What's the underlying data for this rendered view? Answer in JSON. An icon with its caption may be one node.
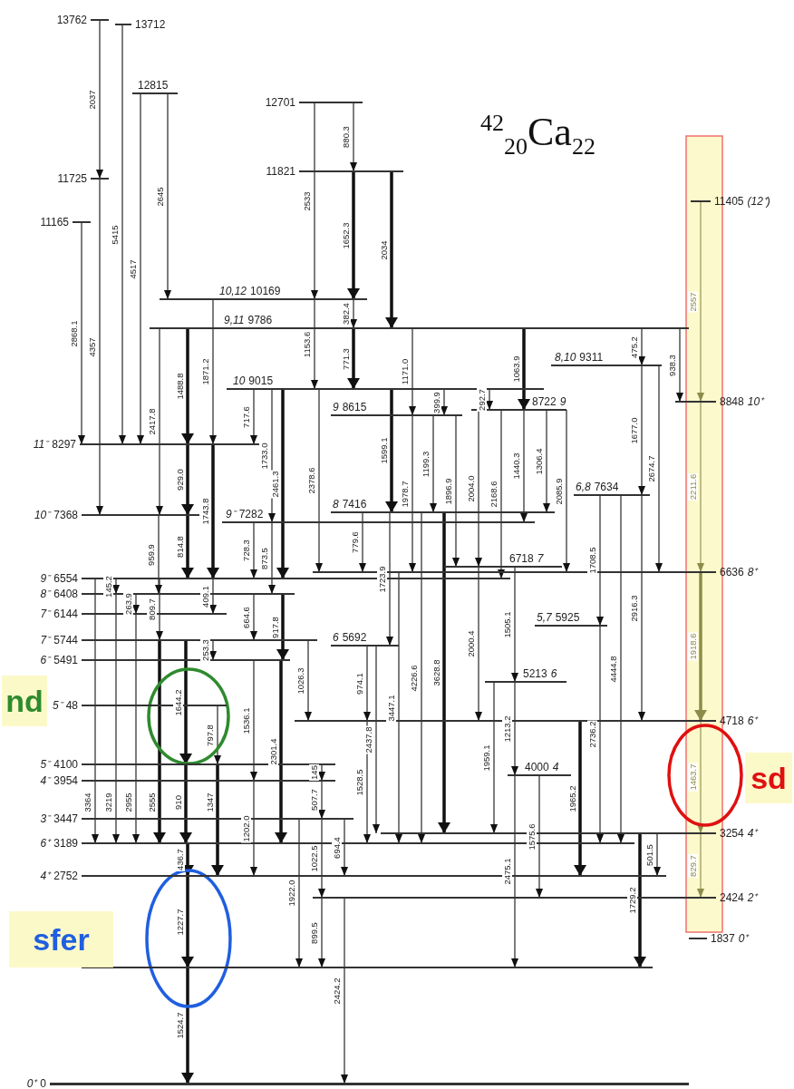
{
  "diagram": {
    "title": "$^{42}$$_{20}$Ca$_{22}$",
    "nodes": [
      {
        "text": [
          "13762"
        ]
      },
      {
        "text": [
          "13712"
        ]
      },
      {
        "text": [
          "12815"
        ]
      },
      {
        "text": [
          "12701"
        ]
      },
      {
        "text": [
          "11821"
        ]
      },
      {
        "text": [
          "11725"
        ]
      },
      {
        "text": [
          "11165"
        ]
      },
      {
        "text": [
          "11405",
          "(12⁺)"
        ]
      },
      {
        "text": [
          "10,12",
          "10169"
        ]
      },
      {
        "text": [
          "9,11",
          "9786"
        ]
      },
      {
        "text": [
          "8,10",
          "9311"
        ]
      },
      {
        "text": [
          "10",
          "9015"
        ]
      },
      {
        "text": [
          "8848",
          "10⁺"
        ]
      },
      {
        "text": [
          "8722",
          "9"
        ]
      },
      {
        "text": [
          "9",
          "8615"
        ]
      },
      {
        "text": [
          "11⁻",
          "8297"
        ]
      },
      {
        "text": [
          "6,8",
          "7634"
        ]
      },
      {
        "text": [
          "8",
          "7416"
        ]
      },
      {
        "text": [
          "10⁻",
          "7368"
        ]
      },
      {
        "text": [
          "9⁻",
          "7282"
        ]
      },
      {
        "text": [
          "6718",
          "7"
        ]
      },
      {
        "text": [
          "6636",
          "8⁺"
        ]
      },
      {
        "text": [
          "9⁻",
          "6554"
        ]
      },
      {
        "text": [
          "8⁻",
          "6408"
        ]
      },
      {
        "text": [
          "7⁻",
          "6144"
        ]
      },
      {
        "text": [
          "5,7",
          "5925"
        ]
      },
      {
        "text": [
          "7⁻",
          "5744"
        ]
      },
      {
        "text": [
          "6",
          "5692"
        ]
      },
      {
        "text": [
          "6⁻",
          "5491"
        ]
      },
      {
        "text": [
          "5213",
          "6"
        ]
      },
      {
        "text": [
          "5⁻",
          "48"
        ]
      },
      {
        "text": [
          "4718",
          "6⁺"
        ]
      },
      {
        "text": [
          "5⁻",
          "4100"
        ]
      },
      {
        "text": [
          "4000",
          "4"
        ]
      },
      {
        "text": [
          "4⁻",
          "3954"
        ]
      },
      {
        "text": [
          "3⁻",
          "3447"
        ]
      },
      {
        "text": [
          "3254",
          "4⁺"
        ]
      },
      {
        "text": [
          "6⁺",
          "3189"
        ]
      },
      {
        "text": [
          "4⁺",
          "2752"
        ]
      },
      {
        "text": [
          "2424",
          "2⁺"
        ]
      },
      {
        "text": [
          "1837",
          "0⁺"
        ]
      },
      {
        "text": [],
        "shape": "bar"
      },
      {
        "text": [
          "0⁺",
          "0"
        ]
      },
      {
        "text": [
          "nd"
        ]
      },
      {
        "text": [
          "sd"
        ]
      },
      {
        "text": [
          "sfer"
        ]
      }
    ],
    "edges": [
      {
        "from": 0,
        "to": 5,
        "arrow": "to",
        "label": "2037"
      },
      {
        "from": 1,
        "to": 15,
        "arrow": "to",
        "label": "5415"
      },
      {
        "from": 2,
        "to": 15,
        "arrow": "to",
        "label": "4517"
      },
      {
        "from": 2,
        "to": 8,
        "arrow": "to",
        "label": "2645"
      },
      {
        "from": 6,
        "to": 15,
        "arrow": "to",
        "label": "2868.1"
      },
      {
        "from": 3,
        "to": 8,
        "arrow": "to",
        "label": "2533"
      },
      {
        "from": 3,
        "to": 4,
        "arrow": "to",
        "label": "880.3"
      },
      {
        "from": 4,
        "to": 8,
        "arrow": "to",
        "label": "1652.3",
        "style": "thick"
      },
      {
        "from": 4,
        "to": 9,
        "arrow": "to",
        "label": "2034",
        "style": "thick"
      },
      {
        "from": 8,
        "to": 9,
        "arrow": "to",
        "label": "382.4"
      },
      {
        "from": 8,
        "to": 11,
        "arrow": "to",
        "label": "1153.6"
      },
      {
        "from": 9,
        "to": 11,
        "arrow": "to",
        "label": "771.3",
        "style": "thick"
      },
      {
        "from": 8,
        "to": 15,
        "arrow": "to",
        "label": "1871.2"
      },
      {
        "from": 9,
        "to": 15,
        "arrow": "to",
        "label": "1488.8",
        "style": "thick"
      },
      {
        "from": 9,
        "to": 18,
        "arrow": "to",
        "label": "2417.8"
      },
      {
        "from": 5,
        "to": 18,
        "arrow": "to",
        "label": "4357"
      },
      {
        "from": 11,
        "to": 15,
        "arrow": "to",
        "label": "717.6"
      },
      {
        "from": 11,
        "to": 19,
        "arrow": "to",
        "label": "1733.0"
      },
      {
        "from": 11,
        "to": 22,
        "arrow": "to",
        "label": "2461.3",
        "style": "thick"
      },
      {
        "from": 11,
        "to": 21,
        "arrow": "to",
        "label": "2378.6"
      },
      {
        "from": 11,
        "to": 17,
        "arrow": "to",
        "label": "1599.1",
        "style": "thick"
      },
      {
        "from": 9,
        "to": 14,
        "arrow": "to",
        "label": "1171.0"
      },
      {
        "from": 11,
        "to": 14,
        "arrow": "to",
        "label": "399.9"
      },
      {
        "from": 11,
        "to": 13,
        "arrow": "to",
        "label": "292.7"
      },
      {
        "from": 9,
        "to": 13,
        "arrow": "to",
        "label": "1063.9",
        "style": "thick"
      },
      {
        "from": 9,
        "to": 10,
        "arrow": "to",
        "label": "475.2"
      },
      {
        "from": 9,
        "to": 12,
        "arrow": "to",
        "label": "938.3"
      },
      {
        "from": 7,
        "to": 12,
        "arrow": "to",
        "label": "2557",
        "color": "#8c8c4a"
      },
      {
        "from": 14,
        "to": 21,
        "arrow": "to",
        "label": "1978.7"
      },
      {
        "from": 14,
        "to": 17,
        "arrow": "to",
        "label": "1199.3"
      },
      {
        "from": 14,
        "to": 20,
        "arrow": "to",
        "label": "1896.9"
      },
      {
        "from": 13,
        "to": 20,
        "arrow": "to",
        "label": "2004.0"
      },
      {
        "from": 13,
        "to": 22,
        "arrow": "to",
        "label": "2168.6"
      },
      {
        "from": 13,
        "to": 19,
        "arrow": "to",
        "label": "1440.3"
      },
      {
        "from": 13,
        "to": 17,
        "arrow": "to",
        "label": "1306.4"
      },
      {
        "from": 13,
        "to": 21,
        "arrow": "to",
        "label": "2085.9"
      },
      {
        "from": 10,
        "to": 16,
        "arrow": "to",
        "label": "1677.0"
      },
      {
        "from": 10,
        "to": 21,
        "arrow": "to",
        "label": "2674.7"
      },
      {
        "from": 12,
        "to": 21,
        "arrow": "to",
        "label": "2211.6",
        "color": "#8c8c4a"
      },
      {
        "from": 15,
        "to": 18,
        "arrow": "to",
        "label": "929.0",
        "style": "thick"
      },
      {
        "from": 15,
        "to": 22,
        "arrow": "to",
        "label": "1743.8",
        "style": "thick"
      },
      {
        "from": 18,
        "to": 23,
        "arrow": "to",
        "label": "959.9"
      },
      {
        "from": 18,
        "to": 22,
        "arrow": "to",
        "label": "814.8",
        "style": "thick"
      },
      {
        "from": 22,
        "to": 23,
        "arrow": "to",
        "label": "145.2"
      },
      {
        "from": 23,
        "to": 24,
        "arrow": "to",
        "label": "263.9"
      },
      {
        "from": 22,
        "to": 26,
        "arrow": "to",
        "label": "809.7"
      },
      {
        "from": 22,
        "to": 24,
        "arrow": "to",
        "label": "409.1"
      },
      {
        "from": 19,
        "to": 22,
        "arrow": "to",
        "label": "728.3"
      },
      {
        "from": 19,
        "to": 23,
        "arrow": "to",
        "label": "873.5"
      },
      {
        "from": 23,
        "to": 26,
        "arrow": "to",
        "label": "664.6"
      },
      {
        "from": 23,
        "to": 28,
        "arrow": "to",
        "label": "917.8",
        "style": "thick"
      },
      {
        "from": 17,
        "to": 21,
        "arrow": "to",
        "label": "779.6"
      },
      {
        "from": 17,
        "to": 27,
        "arrow": "to",
        "label": "1723.9"
      },
      {
        "from": 26,
        "to": 28,
        "arrow": "to",
        "label": "253.3"
      },
      {
        "from": 26,
        "to": 31,
        "arrow": "to",
        "label": "1026.3"
      },
      {
        "from": 26,
        "to": 32,
        "arrow": "to",
        "label": "1644.2",
        "style": "thick"
      },
      {
        "from": 30,
        "to": 32,
        "arrow": "to",
        "label": "797.8"
      },
      {
        "from": 28,
        "to": 34,
        "arrow": "to",
        "label": "1536.1"
      },
      {
        "from": 28,
        "to": 37,
        "arrow": "to",
        "label": "2301.4",
        "style": "thick"
      },
      {
        "from": 32,
        "to": 34,
        "arrow": "to",
        "label": "145"
      },
      {
        "from": 34,
        "to": 35,
        "arrow": "to",
        "label": "507.7"
      },
      {
        "from": 27,
        "to": 31,
        "arrow": "to",
        "label": "974.1"
      },
      {
        "from": 31,
        "to": 37,
        "arrow": "to",
        "label": "1528.5"
      },
      {
        "from": 27,
        "to": 36,
        "arrow": "to",
        "label": "2437.8"
      },
      {
        "from": 21,
        "to": 37,
        "arrow": "to",
        "label": "3447.1"
      },
      {
        "from": 17,
        "to": 37,
        "arrow": "to",
        "label": "4226.6"
      },
      {
        "from": 17,
        "to": 36,
        "arrow": "to",
        "label": "3628.8",
        "style": "thick"
      },
      {
        "from": 20,
        "to": 31,
        "arrow": "to",
        "label": "2000.4"
      },
      {
        "from": 20,
        "to": 29,
        "arrow": "to",
        "label": "1505.1"
      },
      {
        "from": 29,
        "to": 33,
        "arrow": "to",
        "label": "1213.2"
      },
      {
        "from": 29,
        "to": 36,
        "arrow": "to",
        "label": "1959.1"
      },
      {
        "from": 16,
        "to": 25,
        "arrow": "to",
        "label": "1708.5"
      },
      {
        "from": 25,
        "to": 37,
        "arrow": "to",
        "label": "2736.2"
      },
      {
        "from": 16,
        "to": 37,
        "arrow": "to",
        "label": "4444.8"
      },
      {
        "from": 16,
        "to": 31,
        "arrow": "to",
        "label": "2916.3"
      },
      {
        "from": 21,
        "to": 31,
        "arrow": "to",
        "label": "1918.6",
        "style": "thick",
        "color": "#8c8c4a"
      },
      {
        "from": 31,
        "to": 36,
        "arrow": "to",
        "label": "1463.7",
        "color": "#8c8c4a"
      },
      {
        "from": 36,
        "to": 39,
        "arrow": "to",
        "label": "829.7",
        "color": "#8c8c4a"
      },
      {
        "from": 31,
        "to": 38,
        "arrow": "to",
        "label": "1965.2",
        "style": "thick"
      },
      {
        "from": 33,
        "to": 39,
        "arrow": "to",
        "label": "1575.6"
      },
      {
        "from": 33,
        "to": 41,
        "arrow": "to",
        "label": "2475.1"
      },
      {
        "from": 36,
        "to": 38,
        "arrow": "to",
        "label": "501.5"
      },
      {
        "from": 36,
        "to": 41,
        "arrow": "to",
        "label": "1729.2",
        "style": "thick"
      },
      {
        "from": 22,
        "to": 37,
        "arrow": "to",
        "label": "3364"
      },
      {
        "from": 23,
        "to": 37,
        "arrow": "to",
        "label": "3219"
      },
      {
        "from": 24,
        "to": 37,
        "arrow": "to",
        "label": "2955"
      },
      {
        "from": 26,
        "to": 37,
        "arrow": "to",
        "label": "2555",
        "style": "thick"
      },
      {
        "from": 32,
        "to": 37,
        "arrow": "to",
        "label": "910",
        "style": "thick"
      },
      {
        "from": 32,
        "to": 38,
        "arrow": "to",
        "label": "1347",
        "style": "thick"
      },
      {
        "from": 34,
        "to": 38,
        "arrow": "to",
        "label": "1202.0"
      },
      {
        "from": 35,
        "to": 39,
        "arrow": "to",
        "label": "1022.5"
      },
      {
        "from": 35,
        "to": 38,
        "arrow": "to",
        "label": "694.4"
      },
      {
        "from": 37,
        "to": 38,
        "arrow": "to",
        "label": "436.7",
        "style": "thick"
      },
      {
        "from": 38,
        "to": 41,
        "arrow": "to",
        "label": "1227.7",
        "style": "thick"
      },
      {
        "from": 41,
        "to": 42,
        "arrow": "to",
        "label": "1524.7",
        "style": "thick"
      },
      {
        "from": 35,
        "to": 41,
        "arrow": "to",
        "label": "1922.0"
      },
      {
        "from": 39,
        "to": 41,
        "arrow": "to",
        "label": "899.5"
      },
      {
        "from": 39,
        "to": 42,
        "arrow": "to",
        "label": "2424.2"
      }
    ]
  }
}
